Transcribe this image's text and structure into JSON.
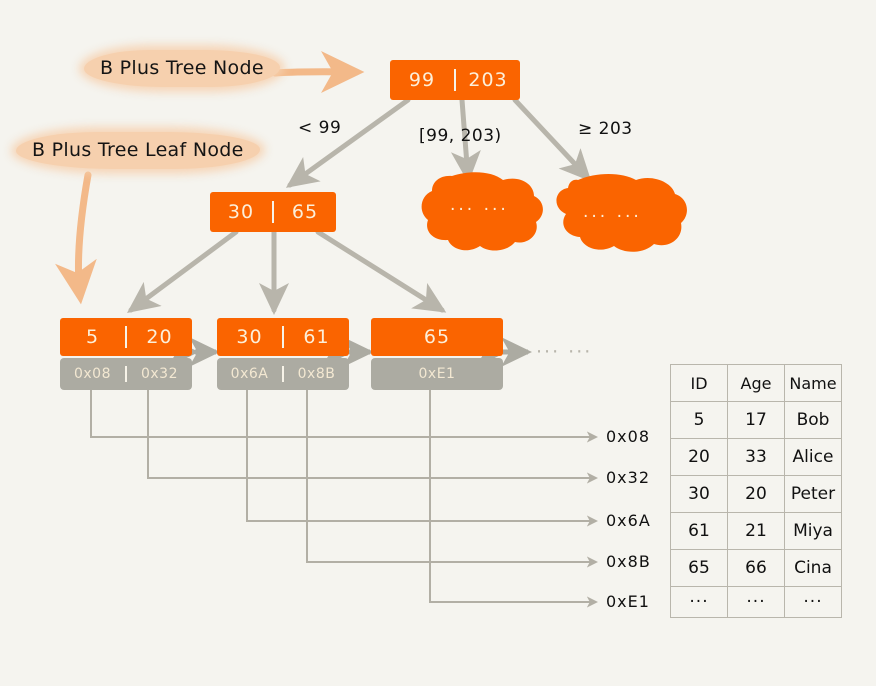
{
  "diagram": {
    "title": "B+ Tree index structure with leaf-node record pointers",
    "colors": {
      "background": "#F5F4EF",
      "node_orange": "#FA6400",
      "pointer_gray": "#ACABA2",
      "edge_gray": "#B8B5AB",
      "highlight_peach": "#F6D0AE",
      "node_text_cream": "#FCEFD9",
      "ink_black": "#111111"
    }
  },
  "annotations": {
    "internal_label": "B Plus Tree Node",
    "leaf_label": "B Plus Tree Leaf Node"
  },
  "root_node": {
    "name": "root-node",
    "keys": [
      "99",
      "203"
    ]
  },
  "edge_labels": {
    "left": "< 99",
    "middle": "[99, 203)",
    "right": "≥ 203"
  },
  "internal_node": {
    "name": "internal-node",
    "keys": [
      "30",
      "65"
    ]
  },
  "collapsed_subtrees": [
    {
      "name": "cloud-middle",
      "text": "··· ···"
    },
    {
      "name": "cloud-right",
      "text": "··· ···"
    }
  ],
  "leaf_nodes": [
    {
      "name": "leaf-1",
      "keys": [
        "5",
        "20"
      ],
      "pointers": [
        "0x08",
        "0x32"
      ]
    },
    {
      "name": "leaf-2",
      "keys": [
        "30",
        "61"
      ],
      "pointers": [
        "0x6A",
        "0x8B"
      ]
    },
    {
      "name": "leaf-3",
      "keys": [
        "65"
      ],
      "pointers": [
        "0xE1"
      ]
    }
  ],
  "leaf_chain_ellipsis": "··· ···",
  "record_addresses": [
    "0x08",
    "0x32",
    "0x6A",
    "0x8B",
    "0xE1"
  ],
  "record_table": {
    "headers": [
      "ID",
      "Age",
      "Name"
    ],
    "rows": [
      [
        "5",
        "17",
        "Bob"
      ],
      [
        "20",
        "33",
        "Alice"
      ],
      [
        "30",
        "20",
        "Peter"
      ],
      [
        "61",
        "21",
        "Miya"
      ],
      [
        "65",
        "66",
        "Cina"
      ],
      [
        "···",
        "···",
        "···"
      ]
    ]
  }
}
